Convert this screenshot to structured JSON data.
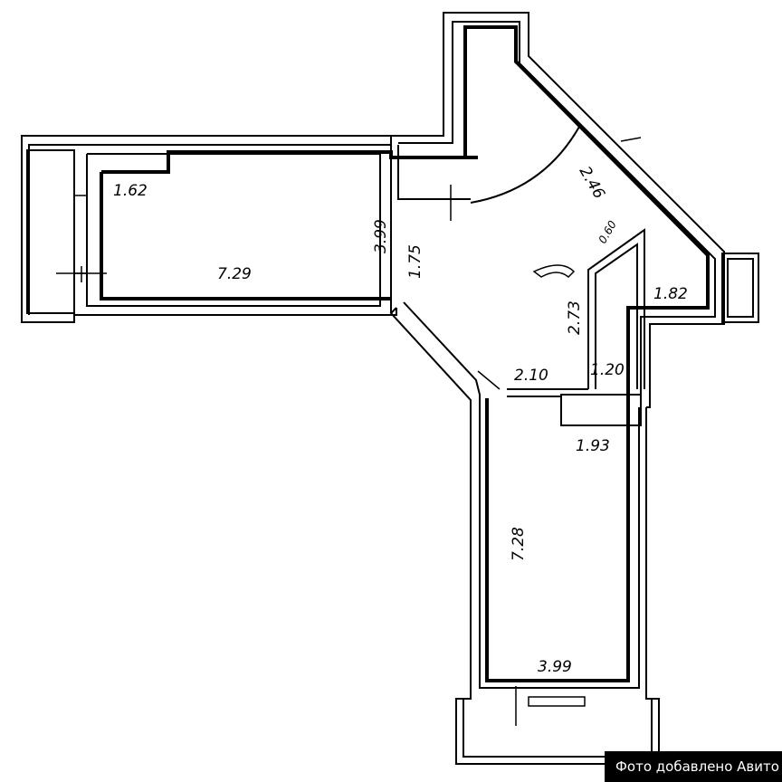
{
  "dimensions": {
    "balcony_left_width": "1.62",
    "room_left_length": "7.29",
    "room_left_depth": "3.99",
    "hall_segment": "1.75",
    "corridor_diag": "2.46",
    "small_segment": "0.60",
    "bath_height": "2.73",
    "right_room_width": "1.82",
    "bath_width": "1.20",
    "hall_width": "2.10",
    "closet_width": "1.93",
    "room_bottom_length": "7.28",
    "room_bottom_width": "3.99"
  },
  "watermark": "Фото добавлено Авито"
}
